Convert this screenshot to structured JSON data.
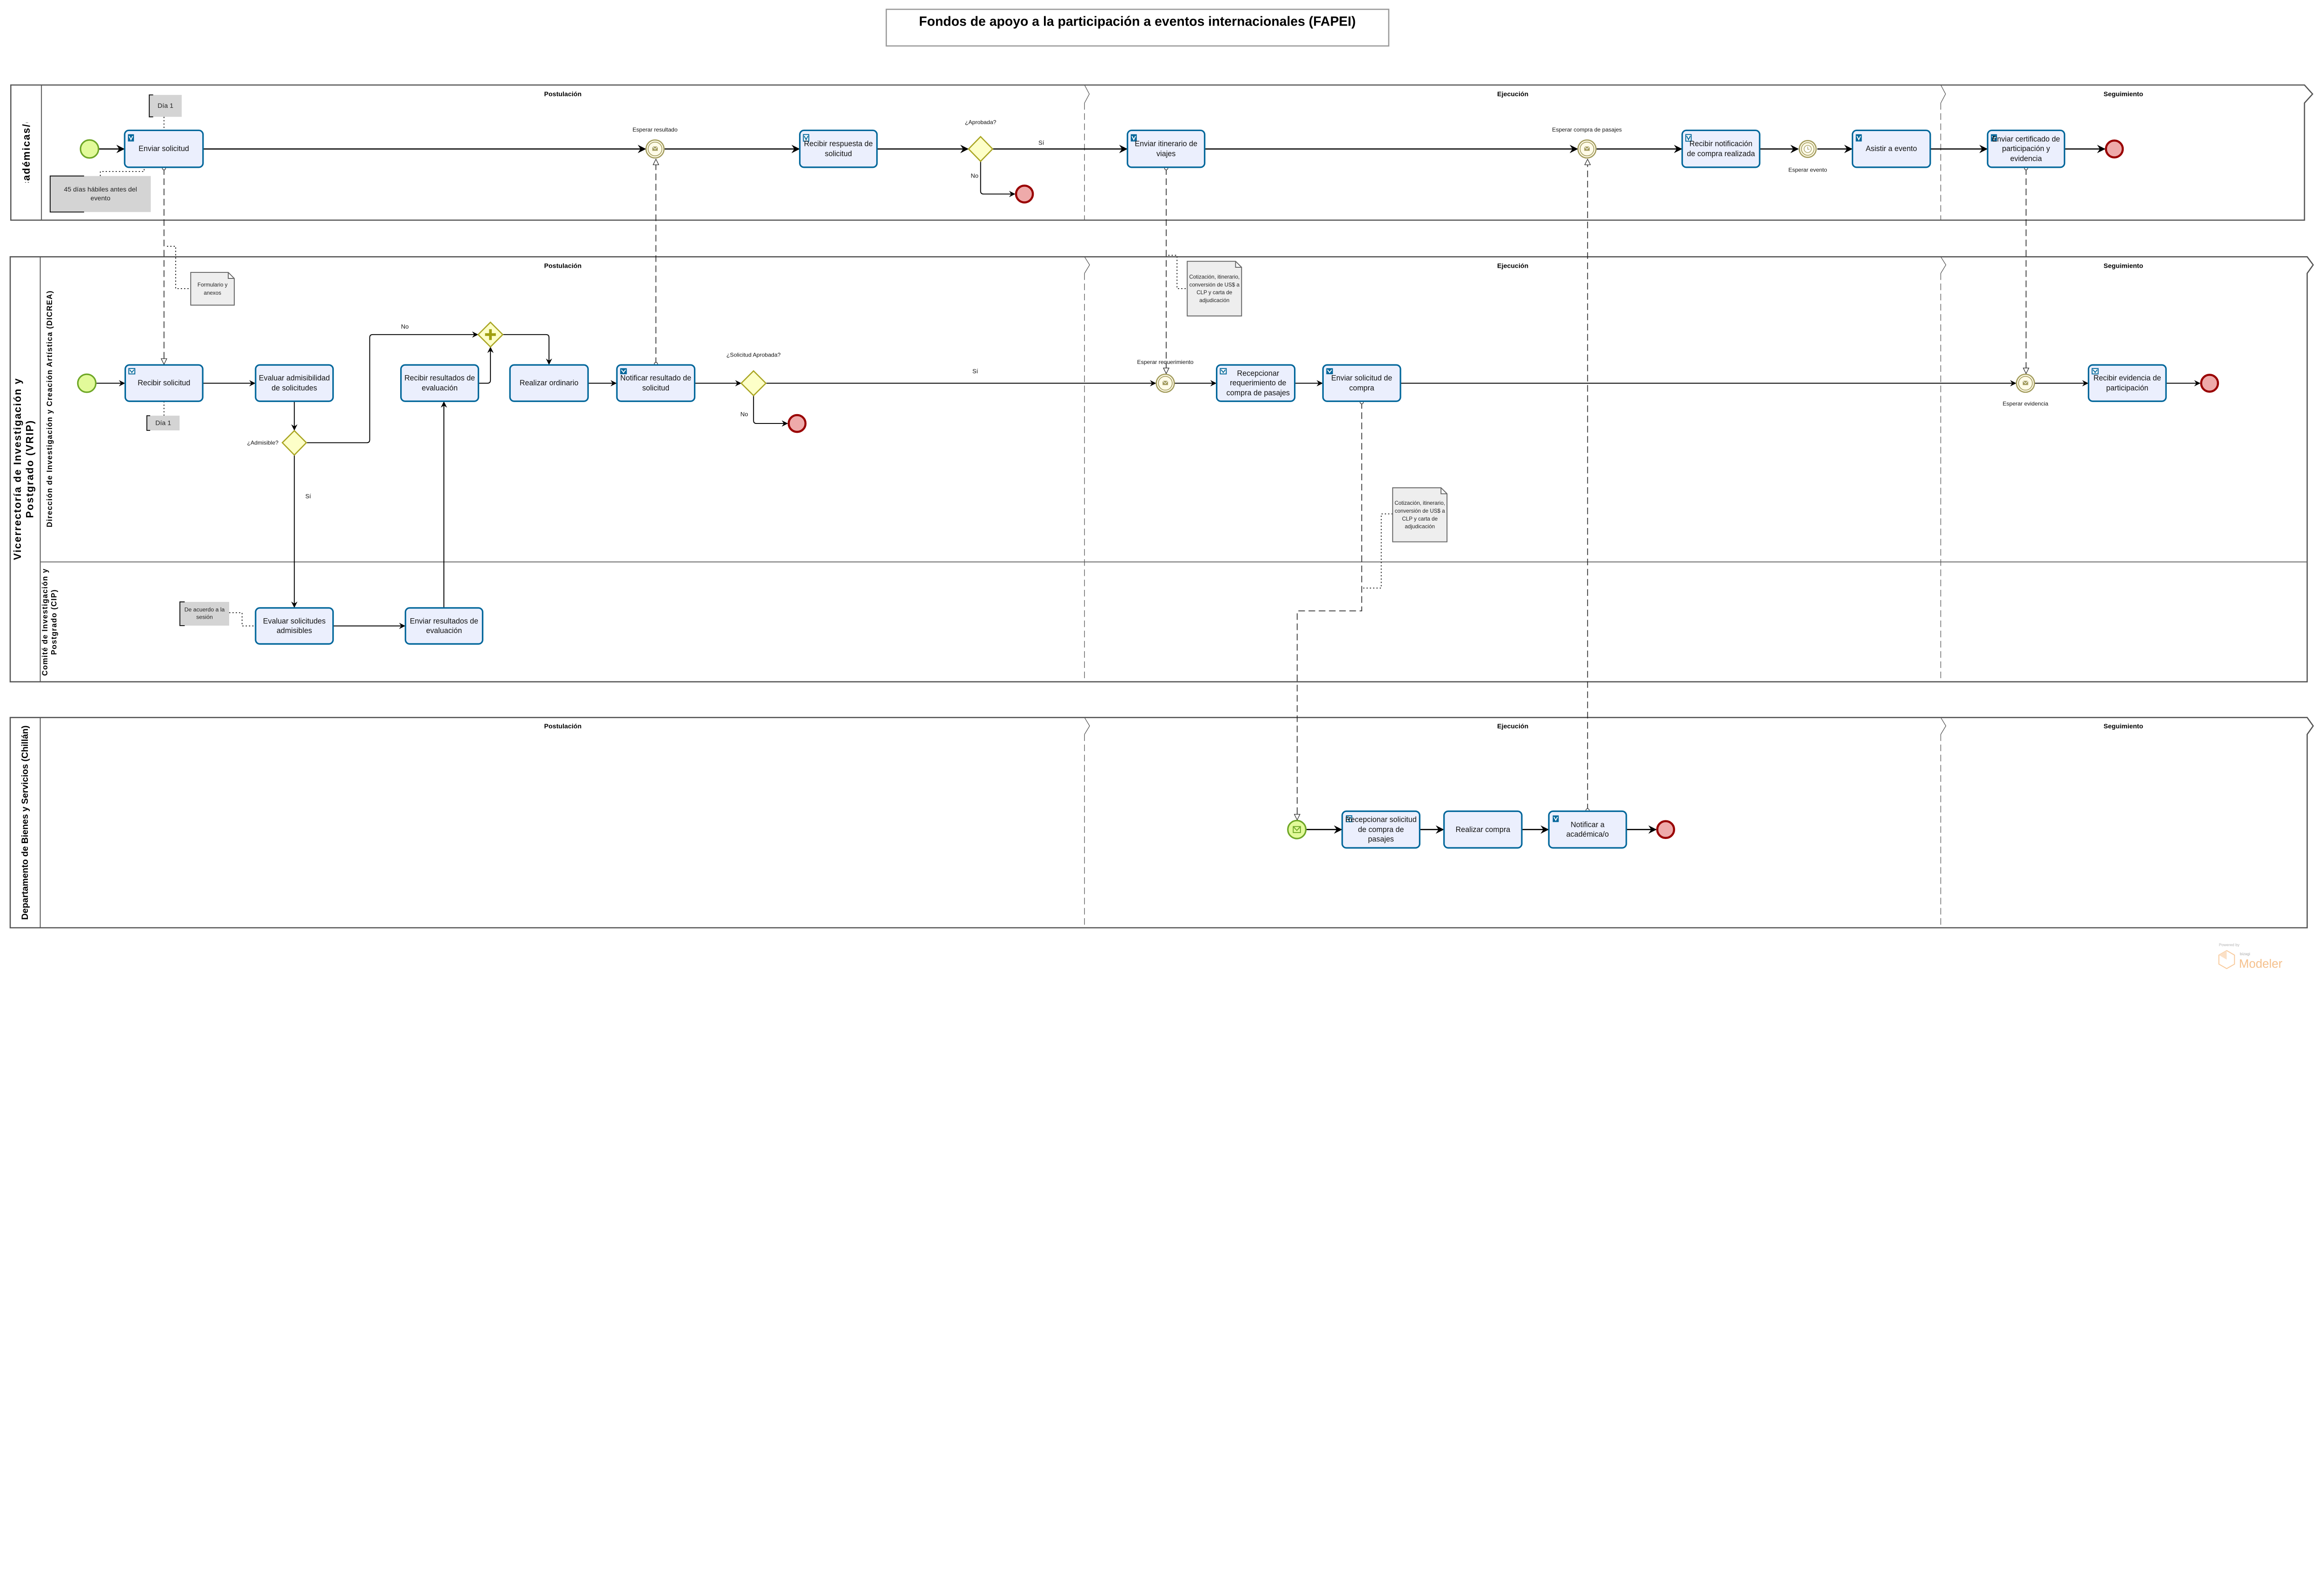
{
  "title": "Fondos de apoyo a la participación a eventos internacionales (FAPEI)",
  "milestones": {
    "m1": "Postulación",
    "m2": "Ejecución",
    "m3": "Seguimiento"
  },
  "pools": {
    "academicos": {
      "label": "Académicas/os"
    },
    "vrip": {
      "label": "Vicerrectoría de Investigación y Postgrado (VRIP)",
      "lanes": {
        "dicrea": "Dirección de Investigación y Creación Artística (DICREA)",
        "cip": "Comité de Investigación y Postgrado (CIP)"
      }
    },
    "dbs": {
      "label": "Departamento de Bienes y Servicios (Chillán)"
    }
  },
  "tasks": {
    "enviar_solicitud": "Enviar solicitud",
    "recibir_respuesta": "Recibir respuesta de solicitud",
    "enviar_itinerario": "Enviar itinerario de viajes",
    "recibir_notificacion": "Recibir notificación de compra realizada",
    "asistir_evento": "Asistir a evento",
    "enviar_certificado": "Enviar certificado de participación y evidencia",
    "recibir_solicitud": "Recibir solicitud",
    "evaluar_admisibilidad": "Evaluar admisibilidad de solicitudes",
    "recibir_resultados": "Recibir resultados de evaluación",
    "realizar_ordinario": "Realizar ordinario",
    "notificar_resultado": "Notificar resultado de solicitud",
    "recepcionar_requerimiento": "Recepcionar requerimiento de compra de pasajes",
    "enviar_solicitud_compra": "Enviar solicitud de compra",
    "recibir_evidencia": "Recibir evidencia de participación",
    "evaluar_admisibles": "Evaluar solicitudes admisibles",
    "enviar_resultados": "Enviar resultados de evaluación",
    "recepcionar_solicitud_compra": "Recepcionar solicitud de compra de pasajes",
    "realizar_compra": "Realizar compra",
    "notificar_academica": "Notificar a académica/o"
  },
  "events": {
    "esperar_resultado": "Esperar resultado",
    "esperar_compra": "Esperar compra de pasajes",
    "esperar_evento": "Esperar evento",
    "esperar_requerimiento": "Esperar requerimiento",
    "esperar_evidencia": "Esperar evidencia"
  },
  "gateways": {
    "aprobada": "¿Aprobada?",
    "admisible": "¿Admisible?",
    "solicitud_aprobada": "¿Solicitud Aprobada?"
  },
  "flow_labels": {
    "si": "Sí",
    "no": "No"
  },
  "annotations": {
    "dia1": "Día 1",
    "dias45": "45 días hábiles antes del evento",
    "sesion": "De acuerdo a la sesión"
  },
  "data_objects": {
    "formulario": "Formulario y anexos",
    "cotizacion": "Cotización, itinerario, conversión de US$ a CLP y carta de adjudicación"
  },
  "watermark": {
    "powered": "Powered by",
    "brand": "bizagi",
    "product": "Modeler"
  },
  "colors": {
    "task_fill": "#ebeffd",
    "task_stroke": "#00669a",
    "start": "#e2fa9a",
    "end": "#eeaaaa",
    "gateway": "#fdffc8",
    "logo": "#f8c99a"
  }
}
